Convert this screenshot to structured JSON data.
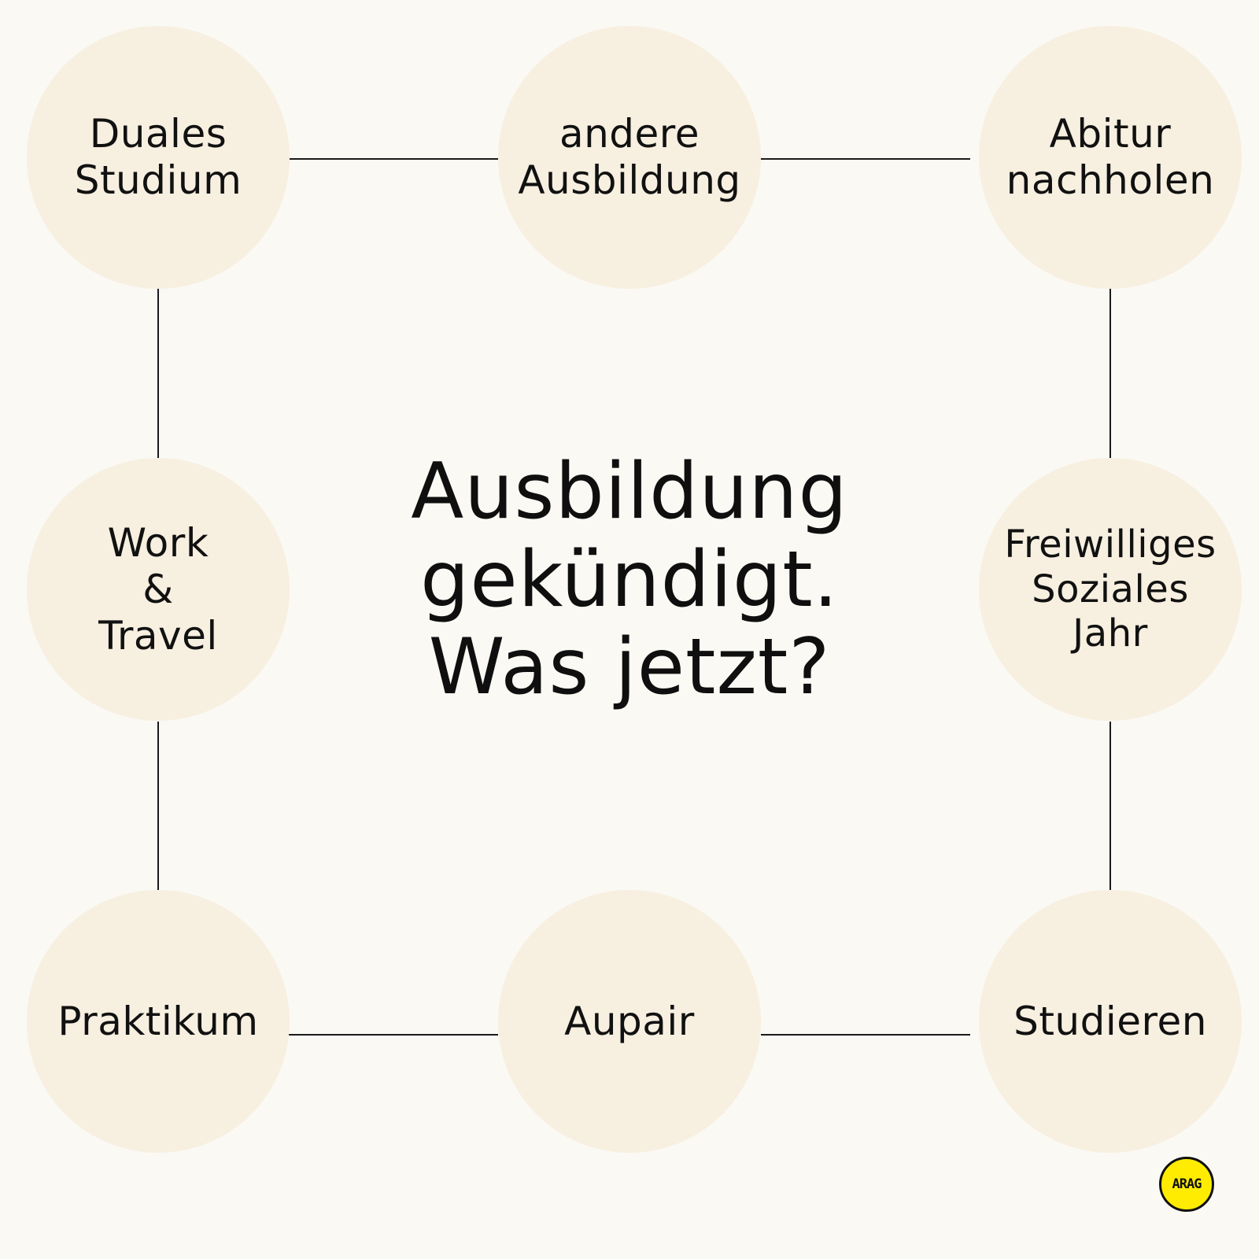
{
  "diagram": {
    "center_title": "Ausbildung\ngekündigt.\nWas jetzt?",
    "nodes": {
      "duales_studium": "Duales\nStudium",
      "andere_ausbildung": "andere\nAusbildung",
      "abitur_nachholen": "Abitur\nnachholen",
      "work_and_travel": "Work\n&\nTravel",
      "freiwilliges_soziales_jahr": "Freiwilliges\nSoziales\nJahr",
      "praktikum": "Praktikum",
      "aupair": "Aupair",
      "studieren": "Studieren"
    },
    "colors": {
      "background": "#fbf9f4",
      "node_fill": "#f7efe0",
      "line": "#1a1a1a",
      "text": "#111111",
      "logo_fill": "#ffec00"
    }
  },
  "brand": {
    "logo_text": "ARAG"
  }
}
